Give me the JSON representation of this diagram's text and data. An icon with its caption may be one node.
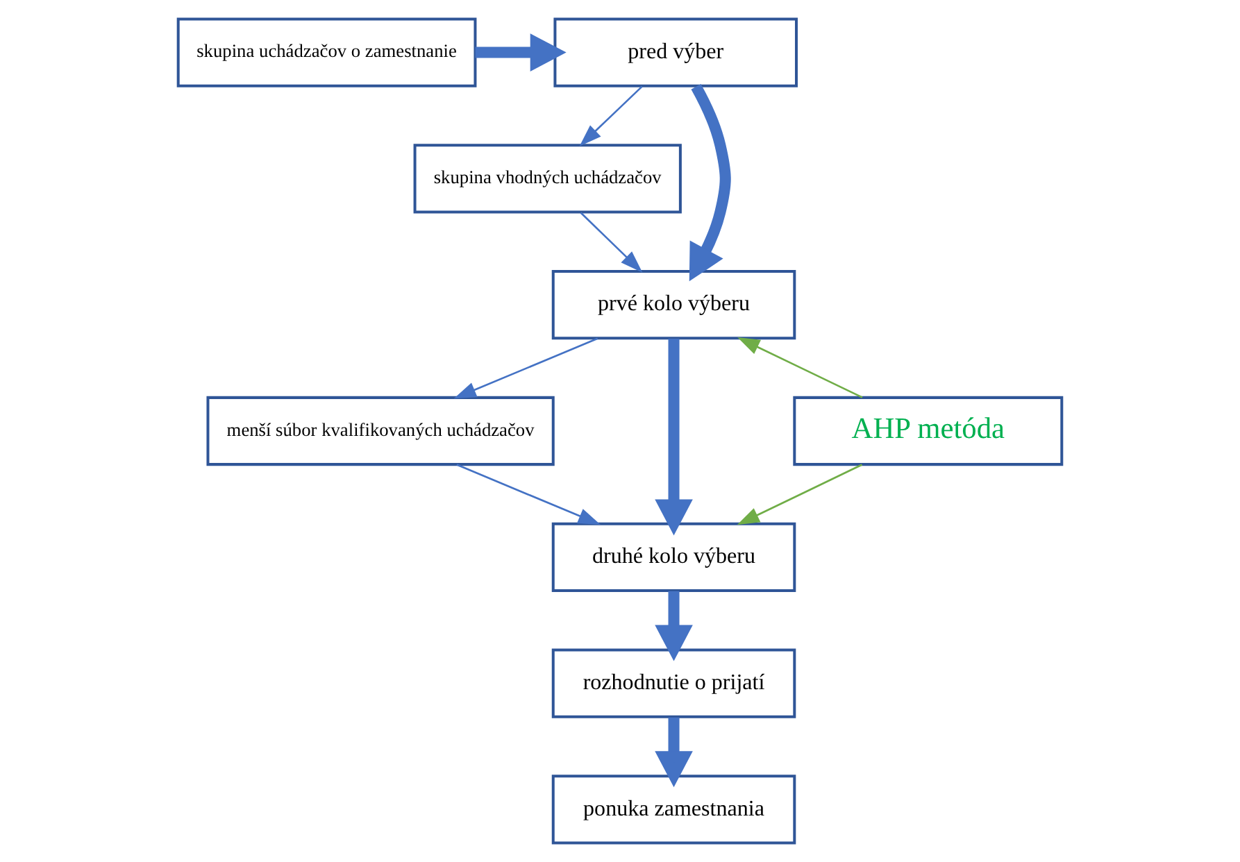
{
  "diagram": {
    "nodes": [
      {
        "text": [
          "skupina uchádzačov o zamestnanie"
        ]
      },
      {
        "text": [
          "pred výber"
        ]
      },
      {
        "text": [
          "skupina vhodných uchádzačov"
        ]
      },
      {
        "text": [
          "prvé kolo výberu"
        ]
      },
      {
        "text": [
          "AHP metóda"
        ]
      },
      {
        "text": [
          "menší súbor kvalifikovaných uchádzačov"
        ]
      },
      {
        "text": [
          "druhé kolo výberu"
        ]
      },
      {
        "text": [
          "rozhodnutie o prijatí"
        ]
      },
      {
        "text": [
          "ponuka zamestnania"
        ]
      }
    ],
    "edges": [
      {
        "from": 0,
        "to": 1,
        "arrow": "to",
        "style": "thick"
      },
      {
        "from": 1,
        "to": 2,
        "arrow": "to"
      },
      {
        "from": 1,
        "to": 3,
        "arrow": "to",
        "style": "thick"
      },
      {
        "from": 2,
        "to": 3,
        "arrow": "to"
      },
      {
        "from": 4,
        "to": 3,
        "arrow": "to",
        "color": "#70ad47"
      },
      {
        "from": 4,
        "to": 6,
        "arrow": "to",
        "color": "#70ad47"
      },
      {
        "from": 3,
        "to": 5,
        "arrow": "to"
      },
      {
        "from": 3,
        "to": 6,
        "arrow": "to",
        "style": "thick"
      },
      {
        "from": 5,
        "to": 6,
        "arrow": "to"
      },
      {
        "from": 6,
        "to": 7,
        "arrow": "to",
        "style": "thick"
      },
      {
        "from": 7,
        "to": 8,
        "arrow": "to",
        "style": "thick"
      }
    ]
  }
}
